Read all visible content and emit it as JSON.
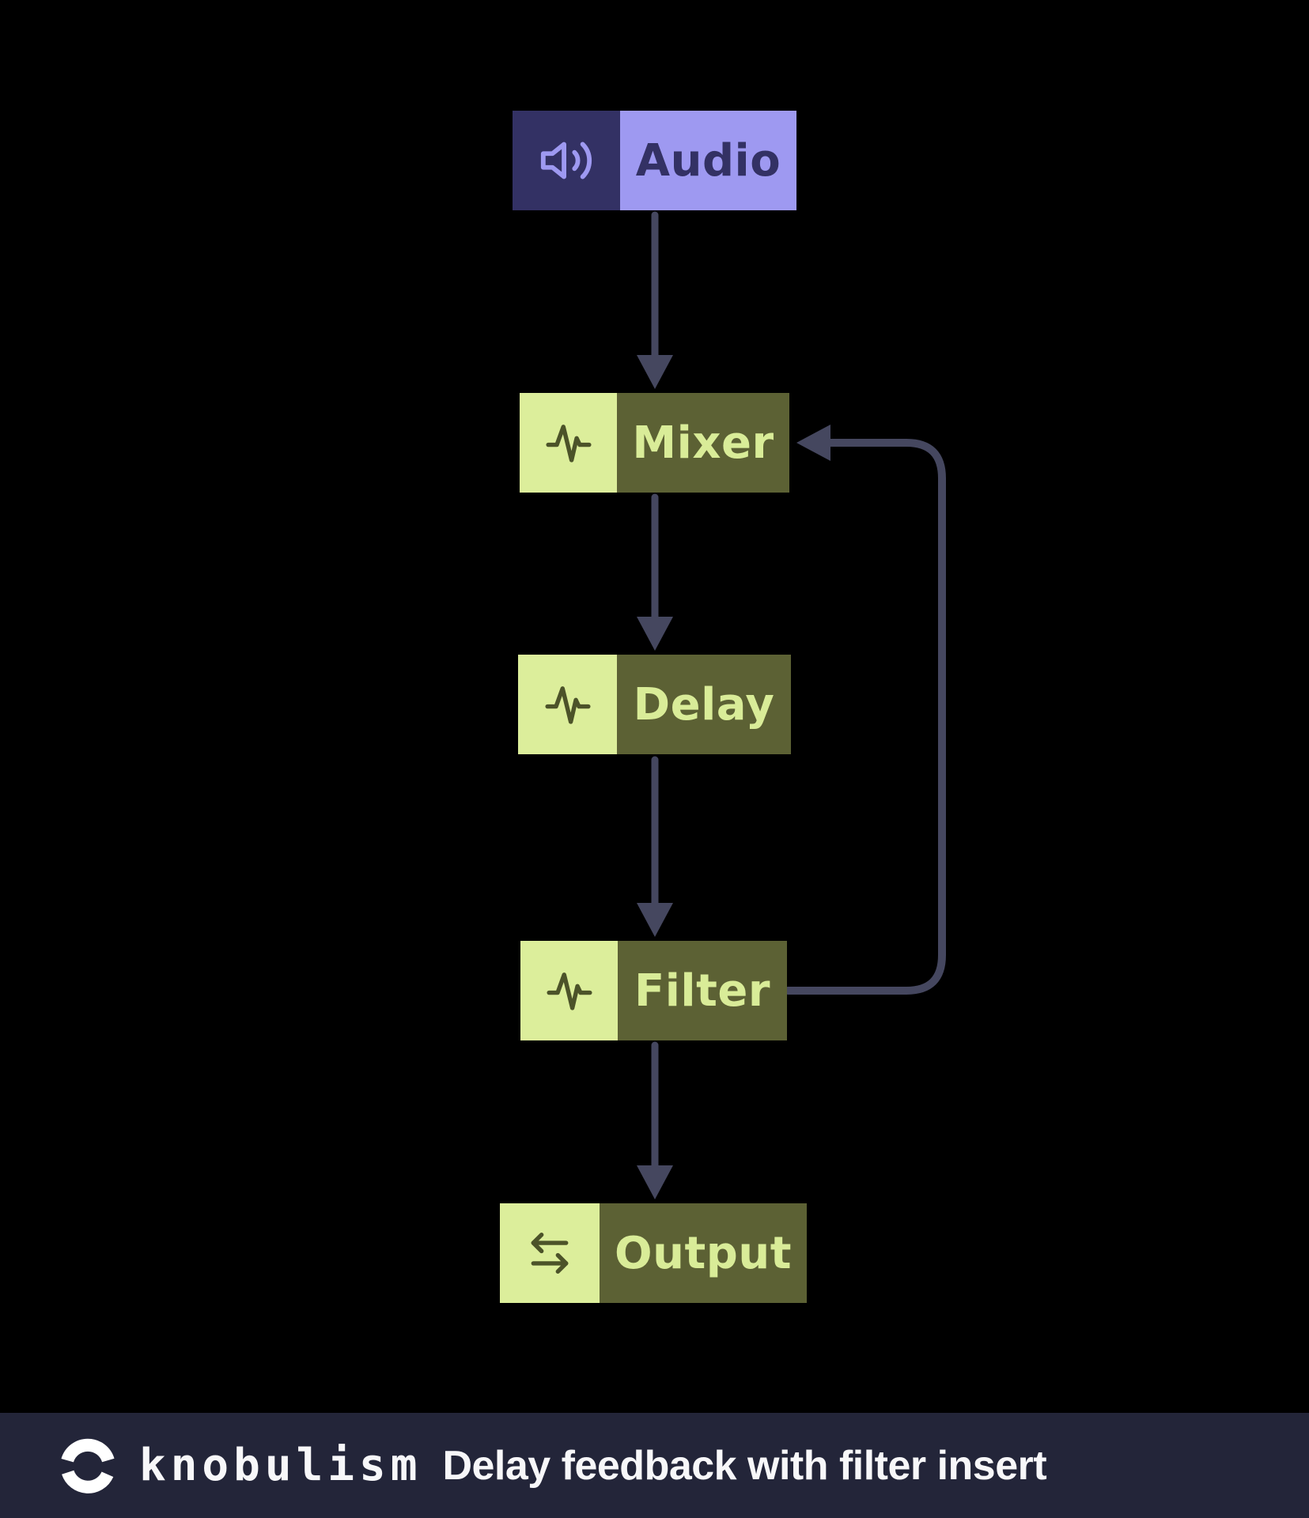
{
  "diagram": {
    "nodes": [
      {
        "id": "audio",
        "label": "Audio",
        "icon": "speaker-icon"
      },
      {
        "id": "mixer",
        "label": "Mixer",
        "icon": "waveform-icon"
      },
      {
        "id": "delay",
        "label": "Delay",
        "icon": "waveform-icon"
      },
      {
        "id": "filter",
        "label": "Filter",
        "icon": "waveform-icon"
      },
      {
        "id": "output",
        "label": "Output",
        "icon": "transfer-icon"
      }
    ],
    "edges": [
      {
        "from": "audio",
        "to": "mixer",
        "type": "flow"
      },
      {
        "from": "mixer",
        "to": "delay",
        "type": "flow"
      },
      {
        "from": "delay",
        "to": "filter",
        "type": "flow"
      },
      {
        "from": "filter",
        "to": "output",
        "type": "flow"
      },
      {
        "from": "filter",
        "to": "mixer",
        "type": "feedback"
      }
    ],
    "colors": {
      "background": "#000000",
      "audio_accent": "#9e99f1",
      "audio_dark": "#333164",
      "green_light": "#dcee9b",
      "green_dark": "#5c6134",
      "green_icon_stroke": "#4c5329",
      "arrow": "#45475f",
      "footer_bg": "#232539",
      "footer_text": "#f7f7f9"
    }
  },
  "footer": {
    "brand": "knobulism",
    "title": "Delay feedback with filter insert",
    "logo": "knobulism-logo-icon"
  }
}
